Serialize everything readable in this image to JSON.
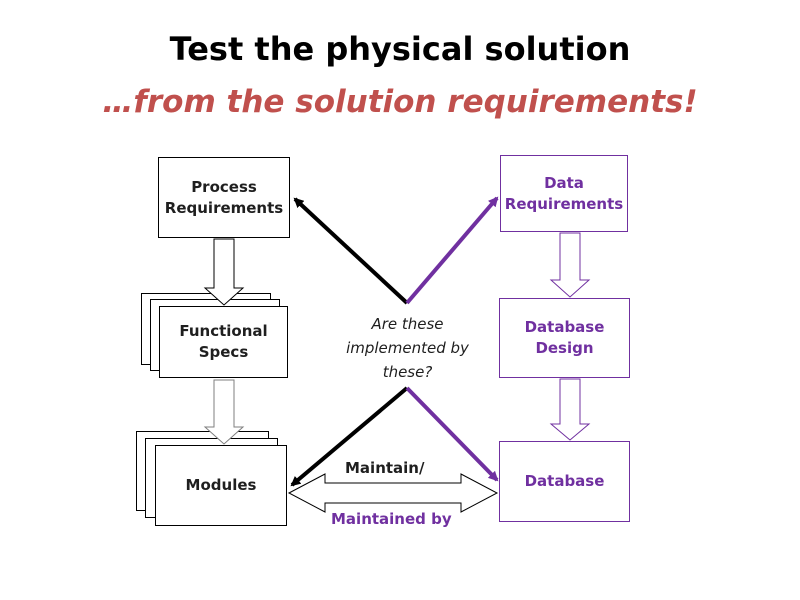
{
  "title": {
    "line1": "Test the physical solution",
    "line2": "…from the solution requirements!"
  },
  "left_column": {
    "process_requirements": "Process Requirements",
    "functional_specs": "Functional Specs",
    "modules": "Modules"
  },
  "right_column": {
    "data_requirements": "Data Requirements",
    "database_design": "Database Design",
    "database": "Database"
  },
  "center_question": "Are these implemented by these?",
  "maintain_label": "Maintain/",
  "maintained_by_label": "Maintained by",
  "colors": {
    "title_accent": "#c0504d",
    "data_side": "#7030a0",
    "process_side": "#000000"
  }
}
